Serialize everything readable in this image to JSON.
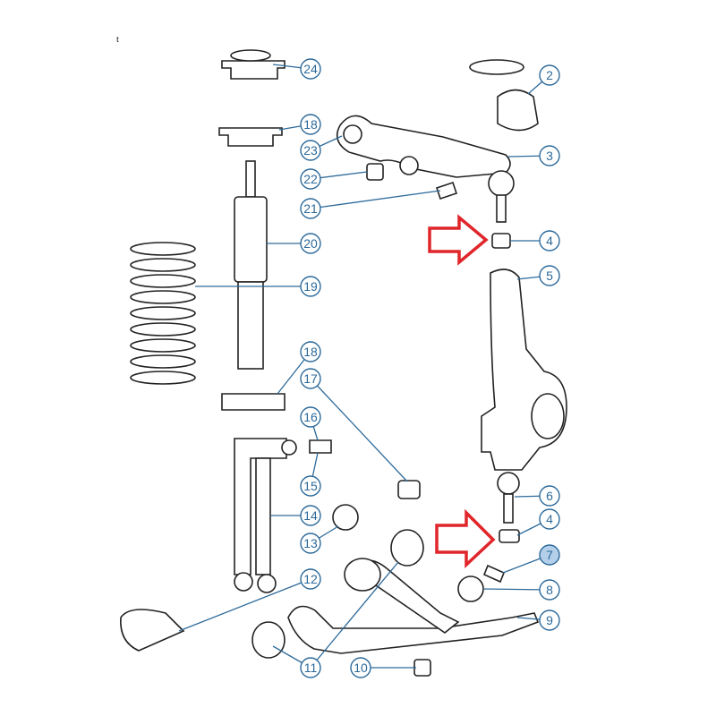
{
  "corner_label": "t",
  "colors": {
    "callout": "#2d6a9a",
    "highlight_fill": "#b3cfea",
    "arrow": "#e0262b"
  },
  "callouts": [
    {
      "num": "24",
      "highlight": false
    },
    {
      "num": "2",
      "highlight": false
    },
    {
      "num": "18",
      "highlight": false
    },
    {
      "num": "23",
      "highlight": false
    },
    {
      "num": "3",
      "highlight": false
    },
    {
      "num": "22",
      "highlight": false
    },
    {
      "num": "21",
      "highlight": false
    },
    {
      "num": "4",
      "highlight": false
    },
    {
      "num": "20",
      "highlight": false
    },
    {
      "num": "5",
      "highlight": false
    },
    {
      "num": "19",
      "highlight": false
    },
    {
      "num": "18",
      "highlight": false
    },
    {
      "num": "17",
      "highlight": false
    },
    {
      "num": "16",
      "highlight": false
    },
    {
      "num": "15",
      "highlight": false
    },
    {
      "num": "6",
      "highlight": false
    },
    {
      "num": "14",
      "highlight": false
    },
    {
      "num": "4",
      "highlight": false
    },
    {
      "num": "13",
      "highlight": false
    },
    {
      "num": "7",
      "highlight": true
    },
    {
      "num": "12",
      "highlight": false
    },
    {
      "num": "8",
      "highlight": false
    },
    {
      "num": "9",
      "highlight": false
    },
    {
      "num": "11",
      "highlight": false
    },
    {
      "num": "10",
      "highlight": false
    }
  ],
  "arrows": [
    {
      "points_to": "4"
    },
    {
      "points_to": "4"
    }
  ]
}
